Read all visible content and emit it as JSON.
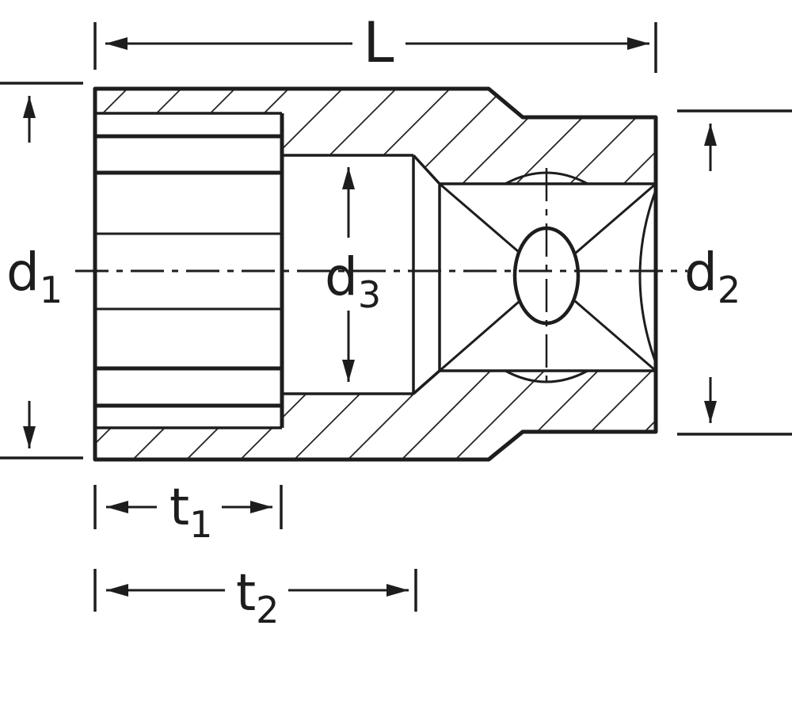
{
  "colors": {
    "ink": "#1d1d1b",
    "background": "#ffffff"
  },
  "labels": {
    "L": {
      "main": "L",
      "sub": ""
    },
    "d1": {
      "main": "d",
      "sub": "1"
    },
    "d2": {
      "main": "d",
      "sub": "2"
    },
    "d3": {
      "main": "d",
      "sub": "3"
    },
    "t1": {
      "main": "t",
      "sub": "1"
    },
    "t2": {
      "main": "t",
      "sub": "2"
    }
  }
}
